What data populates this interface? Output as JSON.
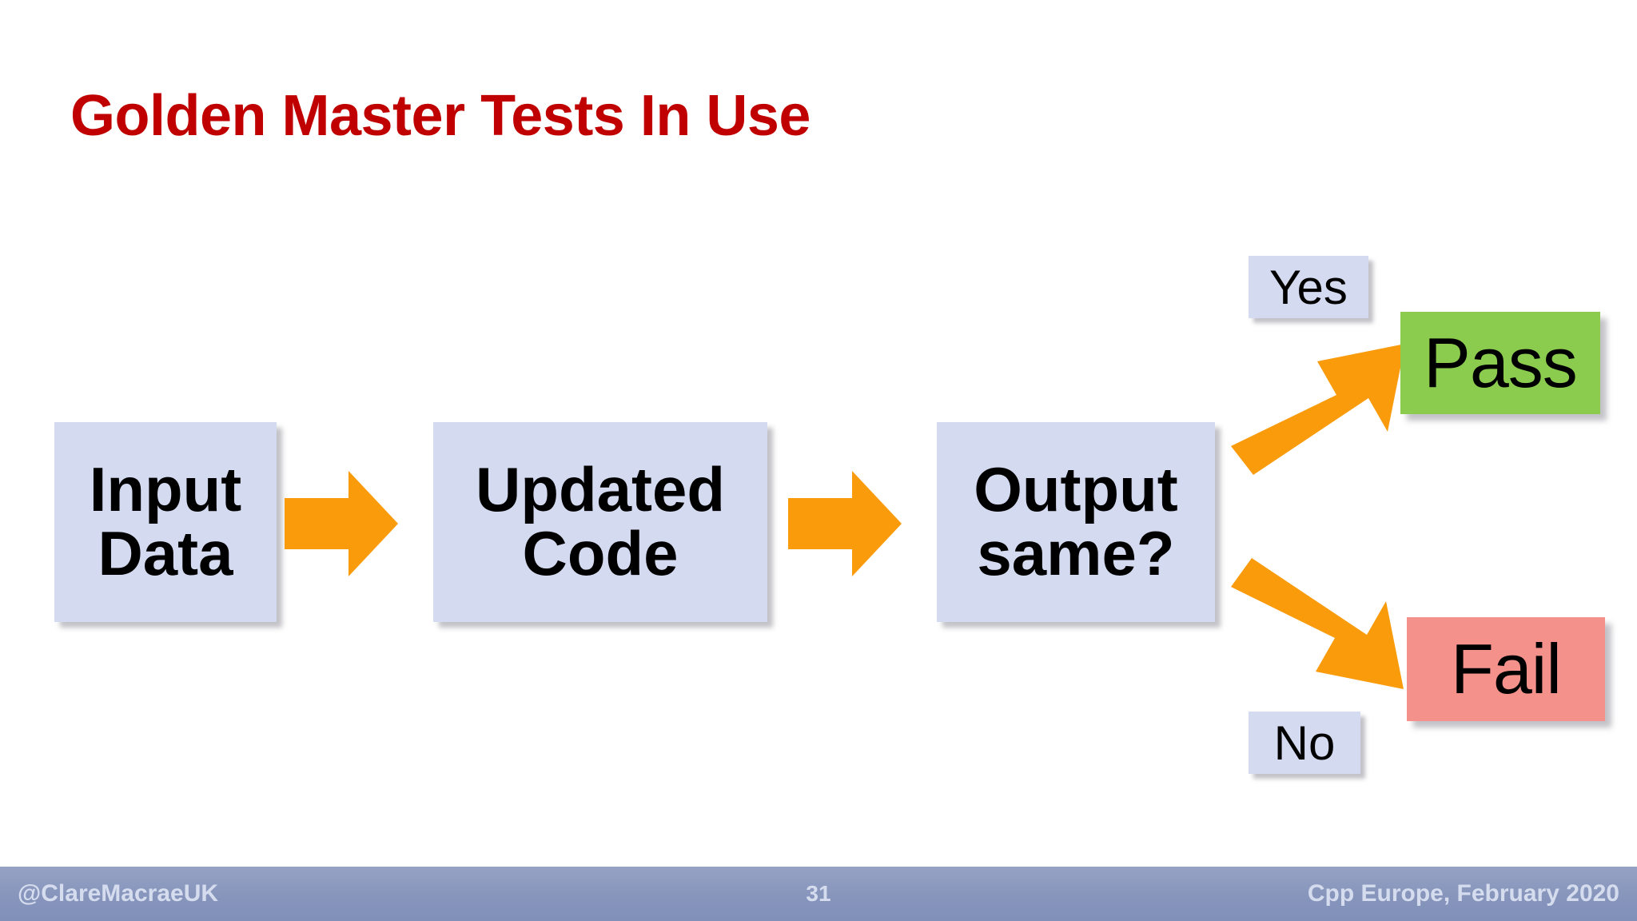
{
  "slide": {
    "title": "Golden Master Tests In Use",
    "title_color": "#C00000",
    "background": "#FFFFFF"
  },
  "diagram": {
    "type": "flowchart",
    "box_fill": "#D4DAF0",
    "arrow_color": "#FA9B0C",
    "nodes": [
      {
        "id": "input",
        "label": "Input\nData",
        "fill": "#D4DAF0",
        "text_color": "#000000"
      },
      {
        "id": "updated",
        "label": "Updated\nCode",
        "fill": "#D4DAF0",
        "text_color": "#000000"
      },
      {
        "id": "output",
        "label": "Output\nsame?",
        "fill": "#D4DAF0",
        "text_color": "#000000"
      },
      {
        "id": "pass",
        "label": "Pass",
        "fill": "#8BCC4F",
        "text_color": "#000000"
      },
      {
        "id": "fail",
        "label": "Fail",
        "fill": "#F4918A",
        "text_color": "#000000"
      }
    ],
    "edge_labels": [
      {
        "id": "yes",
        "label": "Yes",
        "fill": "#D4DAF0"
      },
      {
        "id": "no",
        "label": "No",
        "fill": "#D4DAF0"
      }
    ],
    "edges": [
      {
        "from": "input",
        "to": "updated",
        "label": ""
      },
      {
        "from": "updated",
        "to": "output",
        "label": ""
      },
      {
        "from": "output",
        "to": "pass",
        "label": "Yes"
      },
      {
        "from": "output",
        "to": "fail",
        "label": "No"
      }
    ]
  },
  "footer": {
    "handle": "@ClareMacraeUK",
    "page_number": "31",
    "event": "Cpp Europe, February 2020",
    "bar_color": "#8795BC",
    "text_color": "#D4DCEE"
  }
}
